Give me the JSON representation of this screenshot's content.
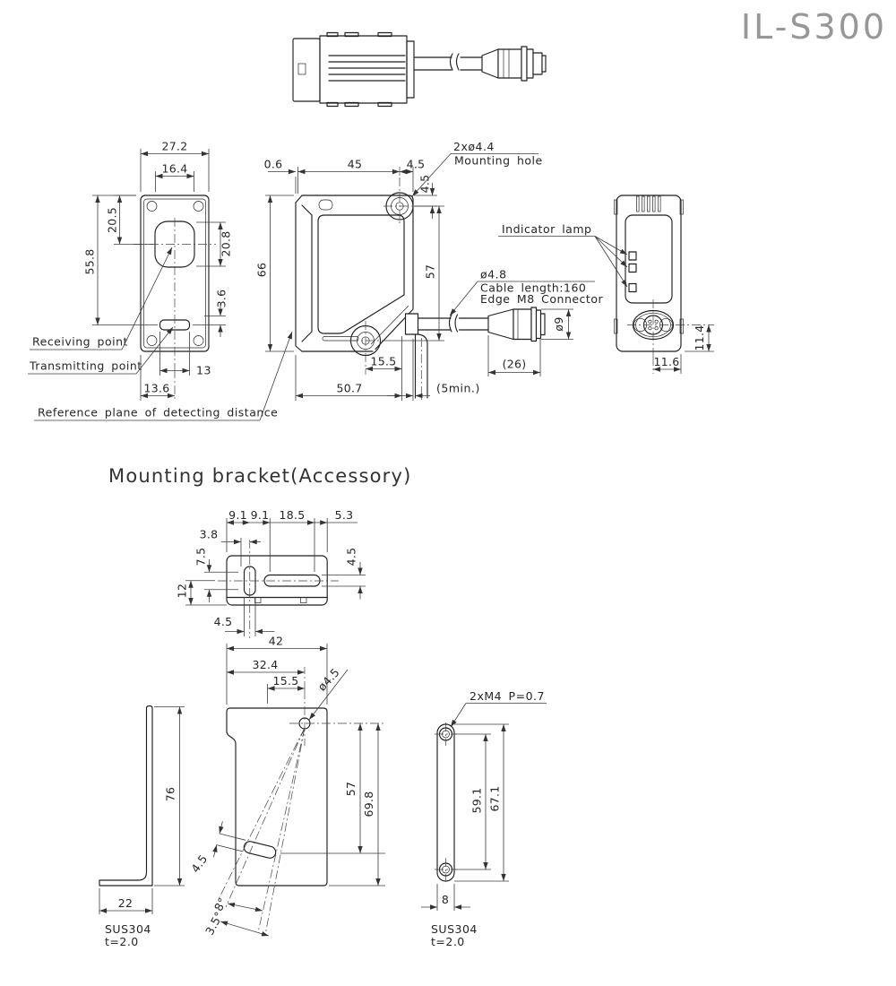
{
  "title": "IL-S300",
  "bracket_heading": "Mounting bracket(Accessory)",
  "sensor": {
    "front": {
      "dim_width": "27.2",
      "dim_lens_width": "16.4",
      "dim_lens_y": "20.5",
      "dim_tx_y": "55.8",
      "dim_lens_h": "20.8",
      "dim_gap": "3.6",
      "dim_tx_w": "13",
      "dim_tx_x": "13.6",
      "label_receiving": "Receiving point",
      "label_transmitting": "Transmitting point",
      "label_reference": "Reference plane of detecting distance"
    },
    "side": {
      "dim_face": "0.6",
      "dim_body": "45",
      "dim_hole_x": "4.5",
      "dim_hole_y": "4.5",
      "dim_height": "66",
      "dim_holes_span": "57",
      "dim_cable_x": "15.5",
      "dim_depth": "50.7",
      "dim_bend": "(5min.)",
      "dim_conn_len": "(26)",
      "dim_conn_dia": "ø9",
      "label_hole_size": "2xø4.4",
      "label_hole": "Mounting hole",
      "label_cable_dia": "ø4.8",
      "label_cable_len": "Cable length:160",
      "label_connector": "Edge M8 Connector"
    },
    "back": {
      "label_indicator": "Indicator lamp",
      "dim_conn_y": "11.4",
      "dim_conn_x": "11.6"
    }
  },
  "bracket": {
    "top": {
      "dim_a": "9.1",
      "dim_b": "9.1",
      "dim_c": "18.5",
      "dim_d": "5.3",
      "dim_e": "3.8",
      "dim_f": "7.5",
      "dim_g": "12",
      "dim_slot_w": "4.5",
      "dim_slot_w2": "4.5"
    },
    "front": {
      "dim_width": "42",
      "dim_hole_x": "32.4",
      "dim_slot_x": "15.5",
      "label_hole_dia": "ø4.5",
      "dim_h1": "57",
      "dim_h2": "69.8",
      "dim_slot_w": "4.5",
      "dim_angle1": "8°",
      "dim_angle2": "3.5°"
    },
    "side": {
      "dim_height": "76",
      "dim_depth": "22",
      "material": "SUS304",
      "thickness": "t=2.0"
    },
    "strap": {
      "label_thread": "2xM4 P=0.7",
      "dim_span": "59.1",
      "dim_height": "67.1",
      "dim_width": "8",
      "material": "SUS304",
      "thickness": "t=2.0"
    }
  }
}
